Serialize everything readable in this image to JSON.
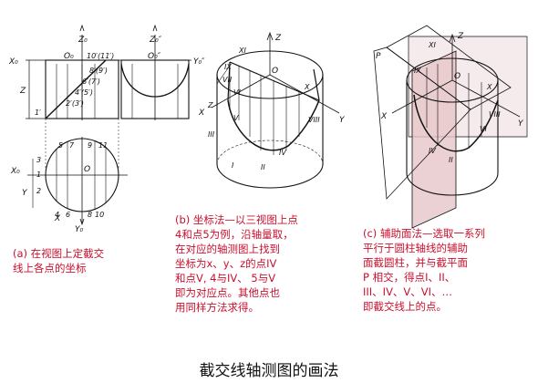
{
  "captions": {
    "a": "(a) 在视图上定截交\n线上各点的坐标",
    "b": "(b) 坐标法—以三视图上点\n4和点5为例，沿轴量取，\n在对应的轴测图上找到\n坐标为x、y、z的点IV\n和点V, 4与IV、 5与V\n即为对应点。其他点也\n用同样方法求得。",
    "c": "(c) 辅助面法—选取一系列\n平行于圆柱轴线的辅助\n面截圆柱，并与截平面\nP 相交，得点I、II、\nIII、IV、V、VI、…\n即截交线上的点。"
  },
  "title": "截交线轴测图的画法",
  "labels_a": {
    "x0_top": "X₀",
    "z0": "Z₀",
    "o0_top": "O₀",
    "z_dim": "Z",
    "pt_10_11": "10′(11′)",
    "pt_8_9": "8′(9′)",
    "pt_6_7": "6′(7′)",
    "pt_4_5": "4′(5′)",
    "pt_2_3": "2′(3′)",
    "pt_1": "1′",
    "x0_bot": "X₀",
    "y0_bot": "Y₀",
    "o_bot": "O",
    "y_dim": "Y",
    "x_dim": "X",
    "top_nums": [
      "5",
      "7",
      "9",
      "11"
    ],
    "bot_nums": [
      "4",
      "6",
      "8",
      "10"
    ],
    "left_nums": [
      "3",
      "1",
      "2"
    ]
  },
  "labels_side": {
    "z0": "Z₀″",
    "o0": "O₀″",
    "y0": "Y₀″"
  },
  "labels_b": {
    "z": "Z",
    "x": "X",
    "y": "Y",
    "o": "O",
    "z_small": "Z",
    "romans": [
      "XI",
      "IX",
      "VII",
      "VI",
      "V",
      "IV",
      "III",
      "II",
      "I",
      "VIII",
      "X"
    ]
  },
  "labels_c": {
    "z": "Z",
    "x": "X",
    "y": "Y",
    "o": "O",
    "p": "P",
    "romans": [
      "XI",
      "IX",
      "X",
      "VIII",
      "VI",
      "IV",
      "II"
    ]
  },
  "colors": {
    "caption": "#c8102e",
    "shade": "#e6c6c8",
    "line": "#111111"
  }
}
